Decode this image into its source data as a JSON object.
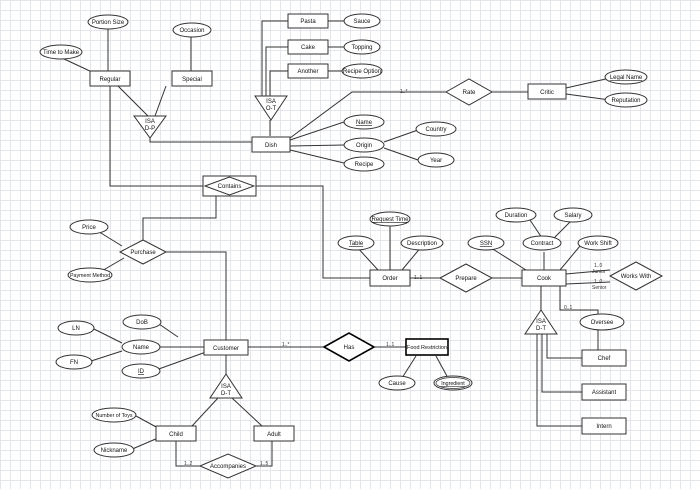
{
  "entities": {
    "regular": "Regular",
    "special": "Special",
    "pasta": "Pasta",
    "cake": "Cake",
    "another": "Another",
    "dish": "Dish",
    "critic": "Critic",
    "order": "Order",
    "cook": "Cook",
    "customer": "Customer",
    "food_restriction": "Food Restriction",
    "chef": "Chef",
    "assistant": "Assistant",
    "intern": "Intern",
    "child": "Child",
    "adult": "Adult"
  },
  "attributes": {
    "portion_size": "Portion Size",
    "occasion": "Occasion",
    "time_to_make": "Time to Make",
    "sauce": "Sauce",
    "topping": "Topping",
    "recipe_option": "Recipe Option",
    "name_dish": "Name",
    "origin": "Origin",
    "country": "Country",
    "year": "Year",
    "recipe": "Recipe",
    "legal_name": "Legal Name",
    "reputation": "Reputation",
    "price": "Price",
    "payment_method": "Payment Method",
    "request_time": "Request Time",
    "table": "Table",
    "description": "Description",
    "duration": "Duration",
    "salary": "Salary",
    "ssn": "SSN",
    "contract": "Contract",
    "work_shift": "Work Shift",
    "oversee": "Oversee",
    "ln": "LN",
    "dob": "DoB",
    "name_customer": "Name",
    "fn": "FN",
    "id": "ID",
    "cause": "Cause",
    "ingredient": "Ingredient",
    "number_of_toys": "Number of Toys",
    "nickname": "Nickname"
  },
  "relationships": {
    "rate": "Rate",
    "contains": "Contains",
    "purchase": "Purchase",
    "prepare": "Prepare",
    "works_with": "Works With",
    "has": "Has",
    "accompanies": "Accompanies"
  },
  "isa": {
    "dish_isa": [
      "ISA",
      "D-P"
    ],
    "dish_type_isa": [
      "ISA",
      "O-T"
    ],
    "cook_isa": [
      "ISA",
      "D-T"
    ],
    "customer_isa": [
      "ISA",
      "D-T"
    ]
  },
  "roles": {
    "junior": "Junior",
    "senior": "Senior"
  },
  "cardinalities": {
    "rate_dish": "1..*",
    "order_prepare": "1..1",
    "cook_junior": "1..0",
    "cook_senior": "1..0",
    "cook_chef": "0..1",
    "customer_has": "1..*",
    "has_food_restriction": "1..1",
    "child_accompanies": "1..2",
    "adult_accompanies": "1..5"
  }
}
